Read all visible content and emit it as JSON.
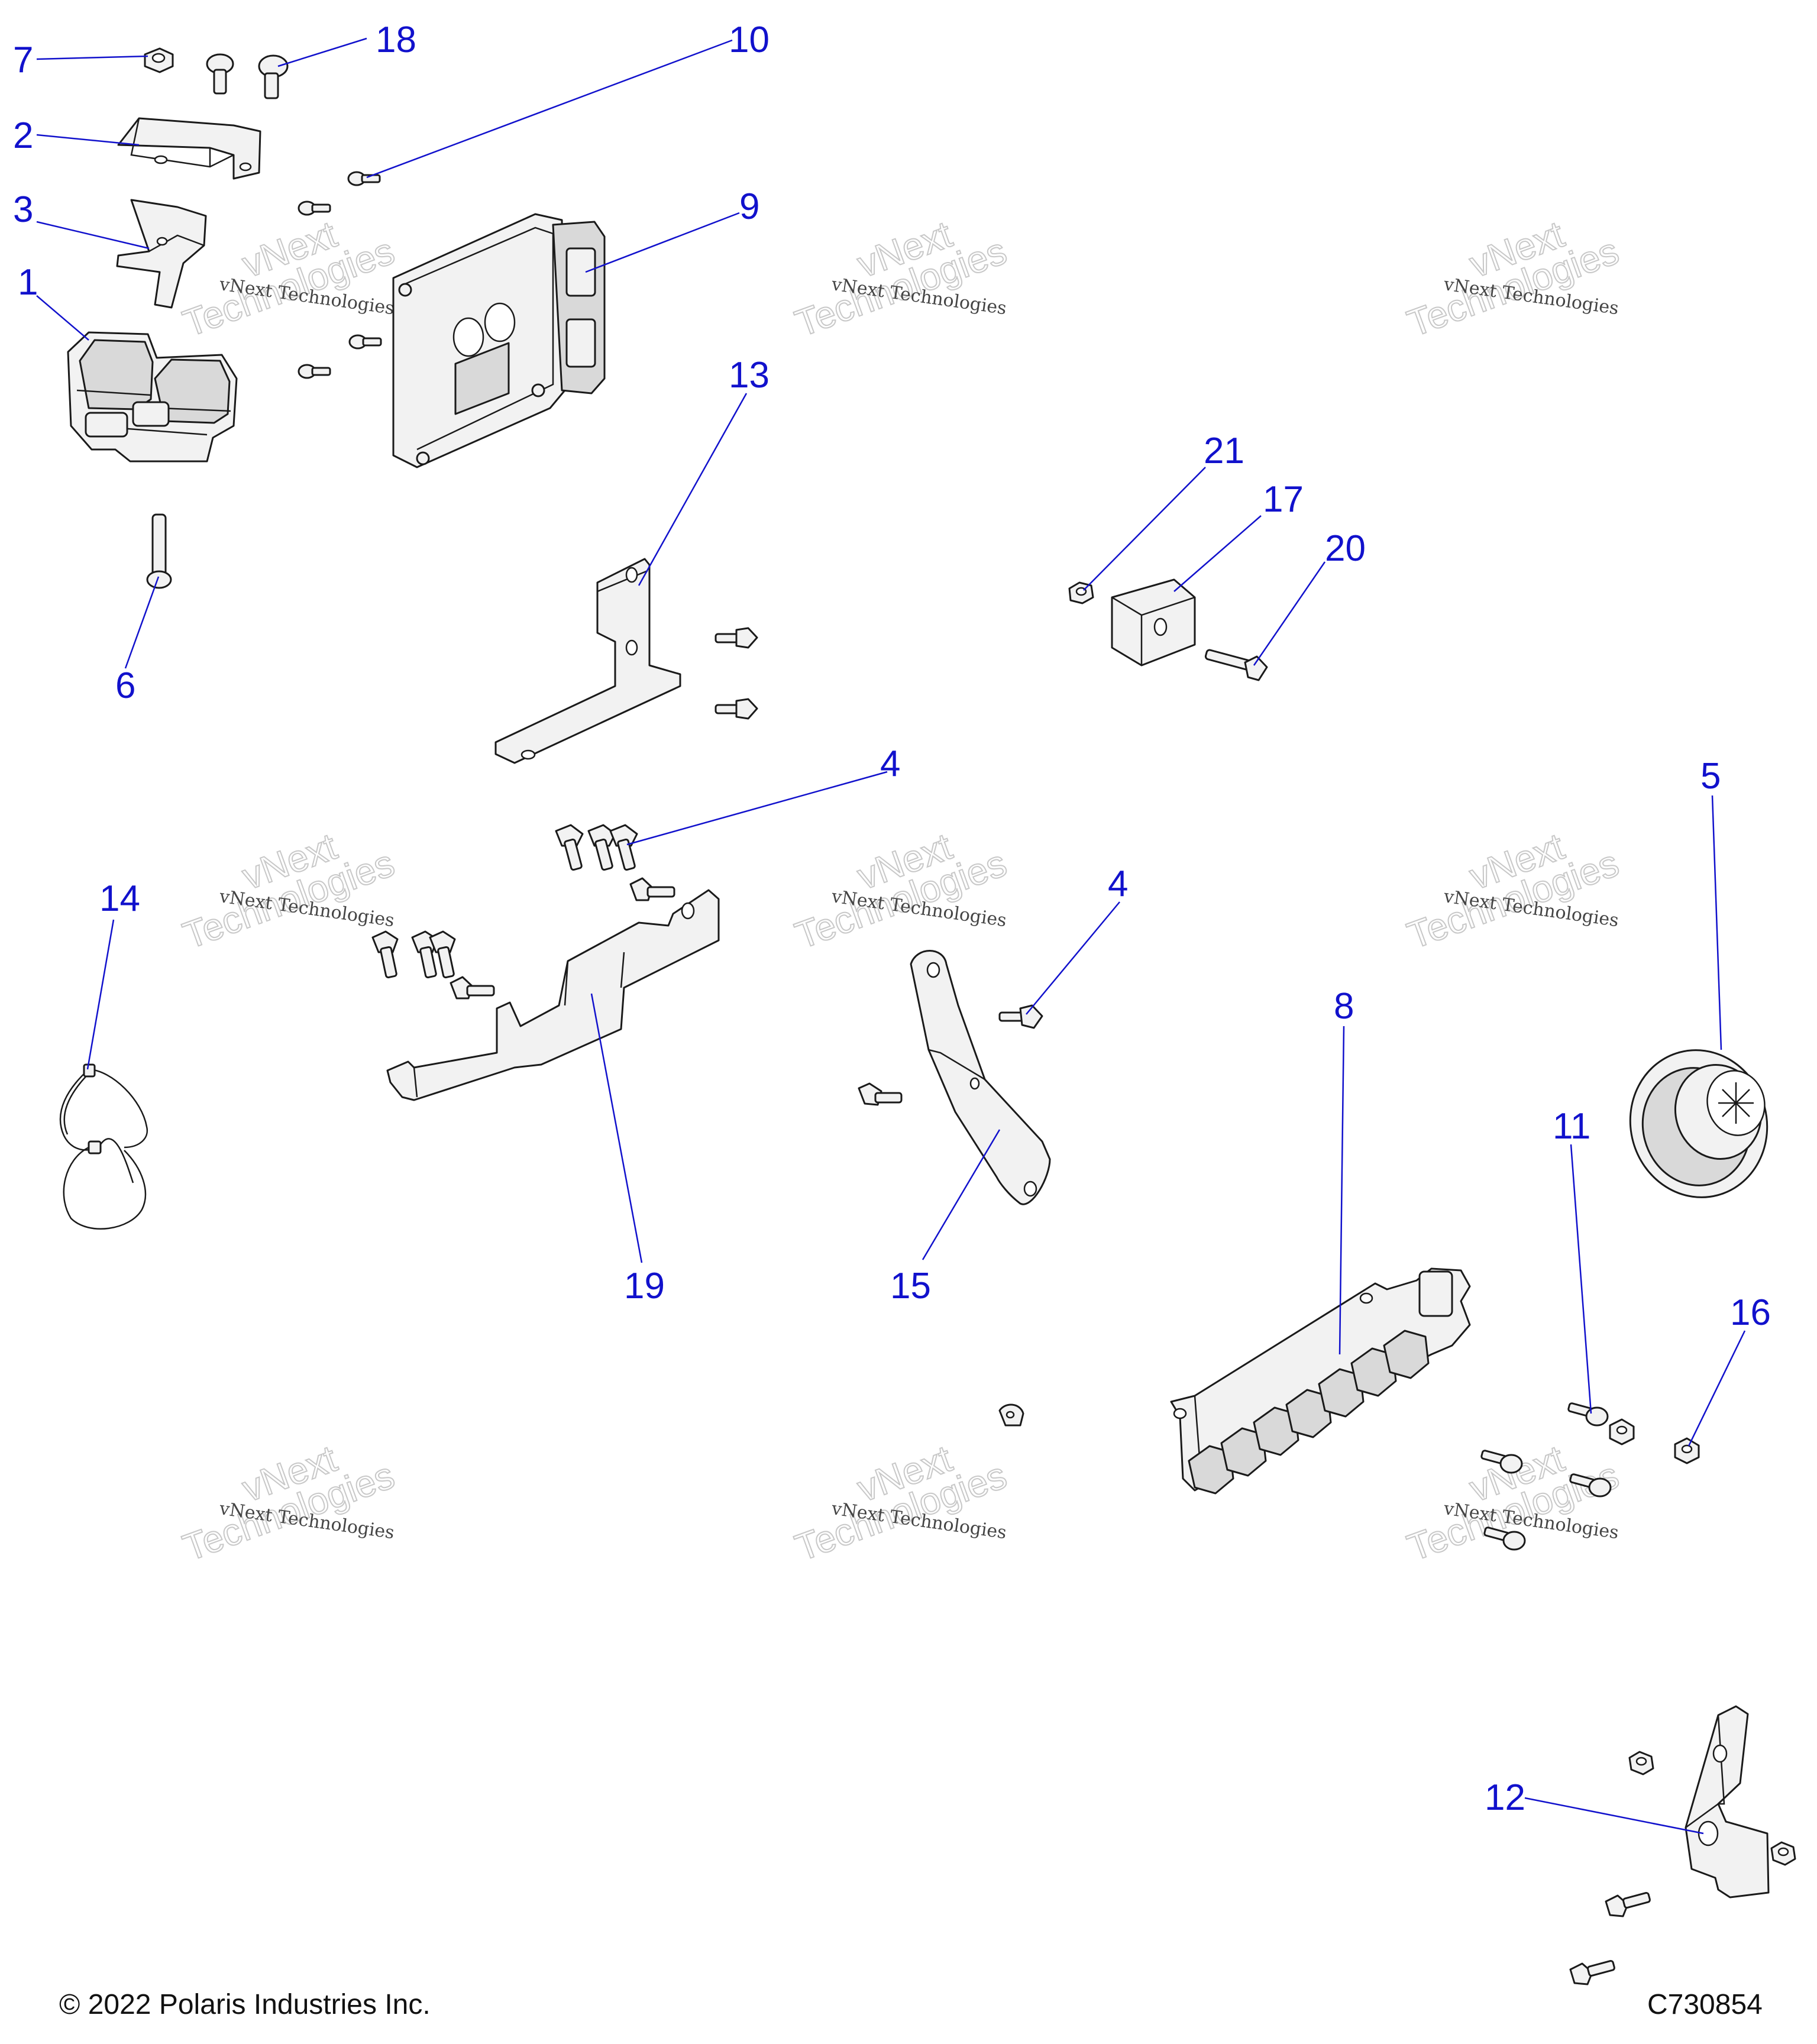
{
  "callouts": [
    "1",
    "2",
    "3",
    "4",
    "4",
    "5",
    "6",
    "7",
    "8",
    "9",
    "10",
    "11",
    "12",
    "13",
    "14",
    "15",
    "16",
    "17",
    "18",
    "19",
    "20",
    "21"
  ],
  "watermark": {
    "small": "vNext Technologies",
    "big_1": "vNext",
    "big_2": "Technologies"
  },
  "footer": {
    "copyright": "© 2022 Polaris Industries Inc.",
    "figure_id": "C730854"
  },
  "colors": {
    "callout": "#1111cc",
    "line": "#1a1a1a"
  }
}
